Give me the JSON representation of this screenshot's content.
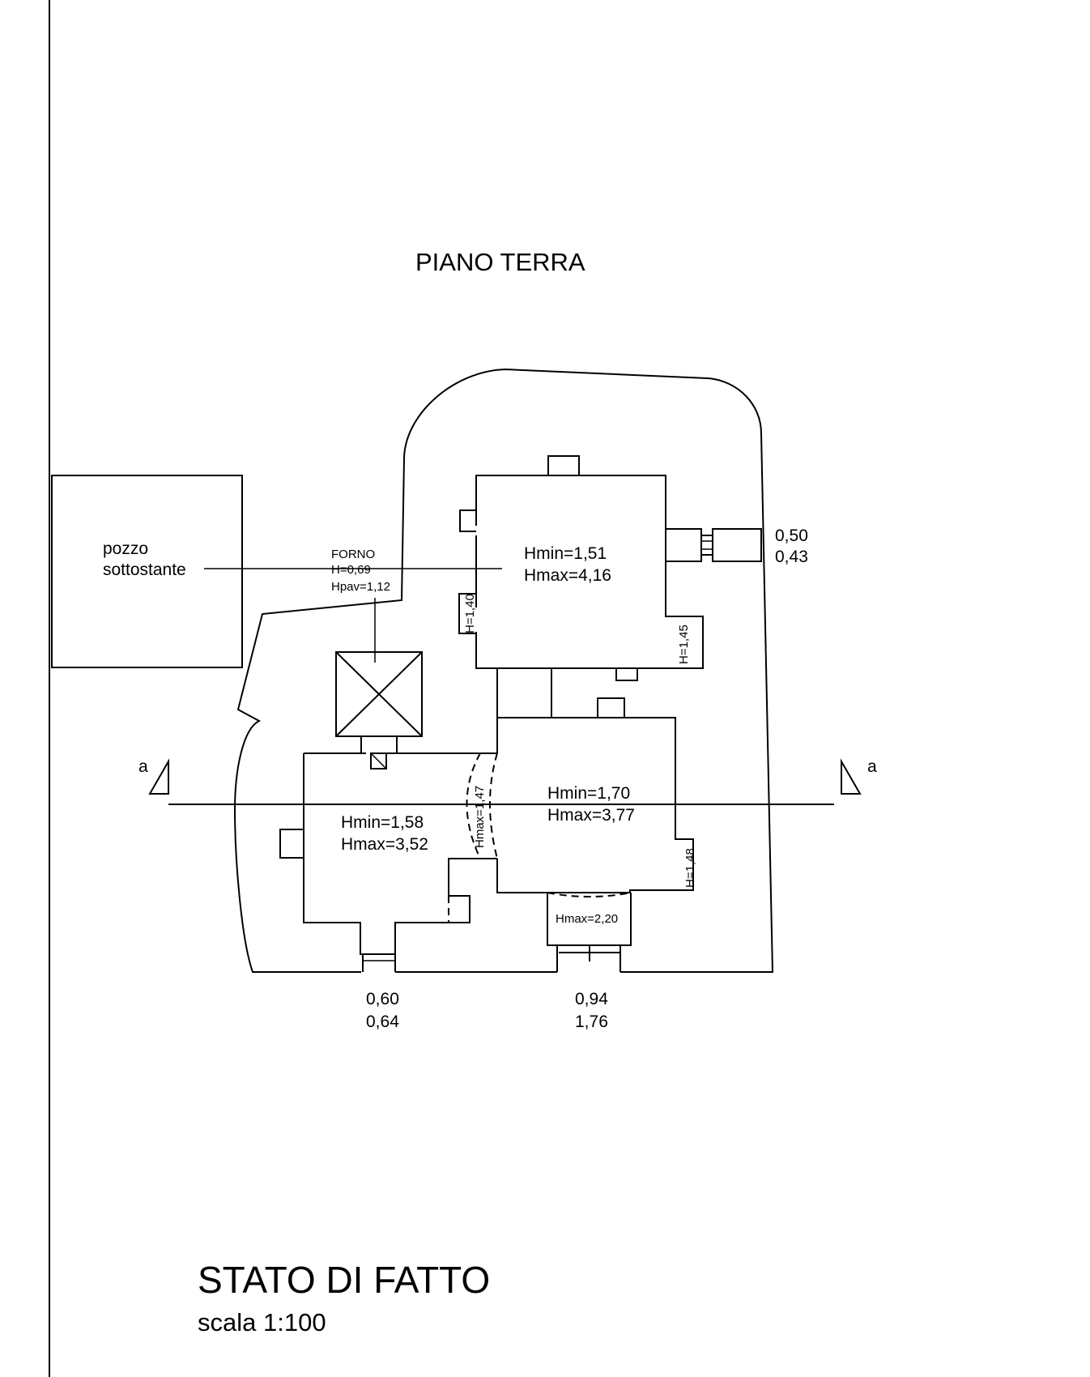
{
  "title": "PIANO TERRA",
  "well": {
    "line1": "pozzo",
    "line2": "sottostante"
  },
  "oven": {
    "name": "FORNO",
    "height": "H=0,69",
    "floor_height": "Hpav=1,12"
  },
  "rooms": [
    {
      "hmin": "Hmin=1,51",
      "hmax": "Hmax=4,16"
    },
    {
      "hmin": "Hmin=1,58",
      "hmax": "Hmax=3,52"
    },
    {
      "hmin": "Hmin=1,70",
      "hmax": "Hmax=3,77"
    }
  ],
  "heights": {
    "h140": "H=1,40",
    "h145": "H=1,45",
    "h148": "H=1,48",
    "hmax147": "Hmax=1,47",
    "hmax220": "Hmax=2,20"
  },
  "openings": {
    "east": [
      "0,50",
      "0,43"
    ],
    "south_left": [
      "0,60",
      "0,64"
    ],
    "south_right": [
      "0,94",
      "1,76"
    ]
  },
  "section_marker": "a",
  "drawing_title": "STATO DI FATTO",
  "scale": "scala 1:100"
}
